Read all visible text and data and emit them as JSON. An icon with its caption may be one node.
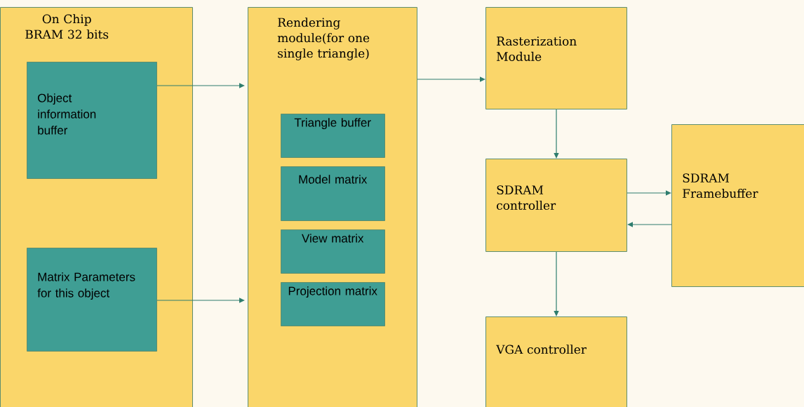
{
  "diagram": {
    "nodes": [
      {
        "text": [
          "On Chip BRAM 32 bits"
        ]
      },
      {
        "text": [
          "Object information buffer"
        ],
        "in": 0
      },
      {
        "text": [
          "Matrix Parameters for this object"
        ],
        "in": 0
      },
      {
        "text": [
          "Rendering module(for one single triangle)"
        ]
      },
      {
        "text": [
          "Triangle buffer"
        ],
        "in": 3
      },
      {
        "text": [
          "Model matrix"
        ],
        "in": 3
      },
      {
        "text": [
          "View matrix"
        ],
        "in": 3
      },
      {
        "text": [
          "Projection matrix"
        ],
        "in": 3
      },
      {
        "text": [
          "Rasterization Module"
        ]
      },
      {
        "text": [
          "SDRAM controller"
        ]
      },
      {
        "text": [
          "SDRAM Framebuffer"
        ]
      },
      {
        "text": [
          "VGA controller"
        ]
      }
    ],
    "edges": [
      {
        "from": 1,
        "to": 3,
        "arrow": "to"
      },
      {
        "from": 2,
        "to": 3,
        "arrow": "to"
      },
      {
        "from": 3,
        "to": 8,
        "arrow": "to"
      },
      {
        "from": 8,
        "to": 9,
        "arrow": "to"
      },
      {
        "from": 9,
        "to": 10,
        "arrow": "to"
      },
      {
        "from": 10,
        "to": 9,
        "arrow": "to"
      },
      {
        "from": 9,
        "to": 11,
        "arrow": "to"
      }
    ]
  }
}
